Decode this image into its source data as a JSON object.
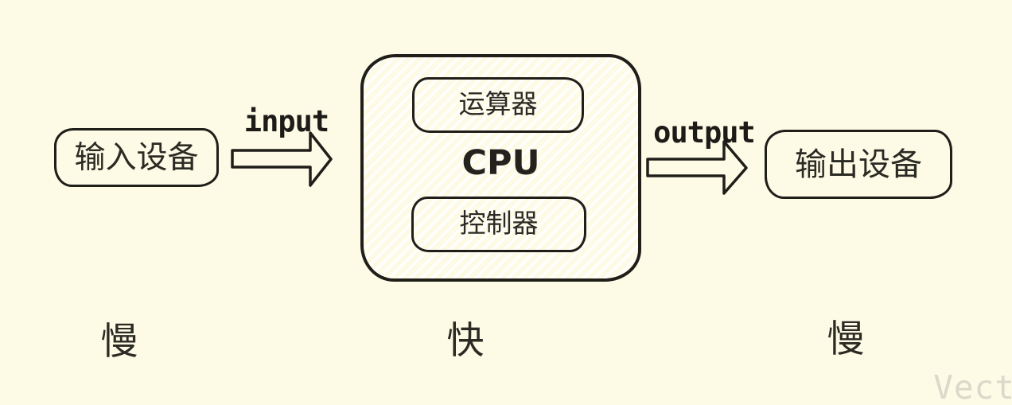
{
  "colors": {
    "background": "#FDFAE6",
    "stroke": "#1F1E19",
    "text": "#2B2A23",
    "watermark": "#DCD9CA"
  },
  "nodes": {
    "input_device": {
      "label": "输入设备"
    },
    "cpu": {
      "label": "CPU"
    },
    "alu": {
      "label": "运算器"
    },
    "control_unit": {
      "label": "控制器"
    },
    "output_device": {
      "label": "输出设备"
    }
  },
  "arrows": {
    "input": {
      "label": "input"
    },
    "output": {
      "label": "output"
    }
  },
  "speed_labels": {
    "left": "慢",
    "center": "快",
    "right": "慢"
  },
  "watermark": {
    "text": "Vect"
  }
}
